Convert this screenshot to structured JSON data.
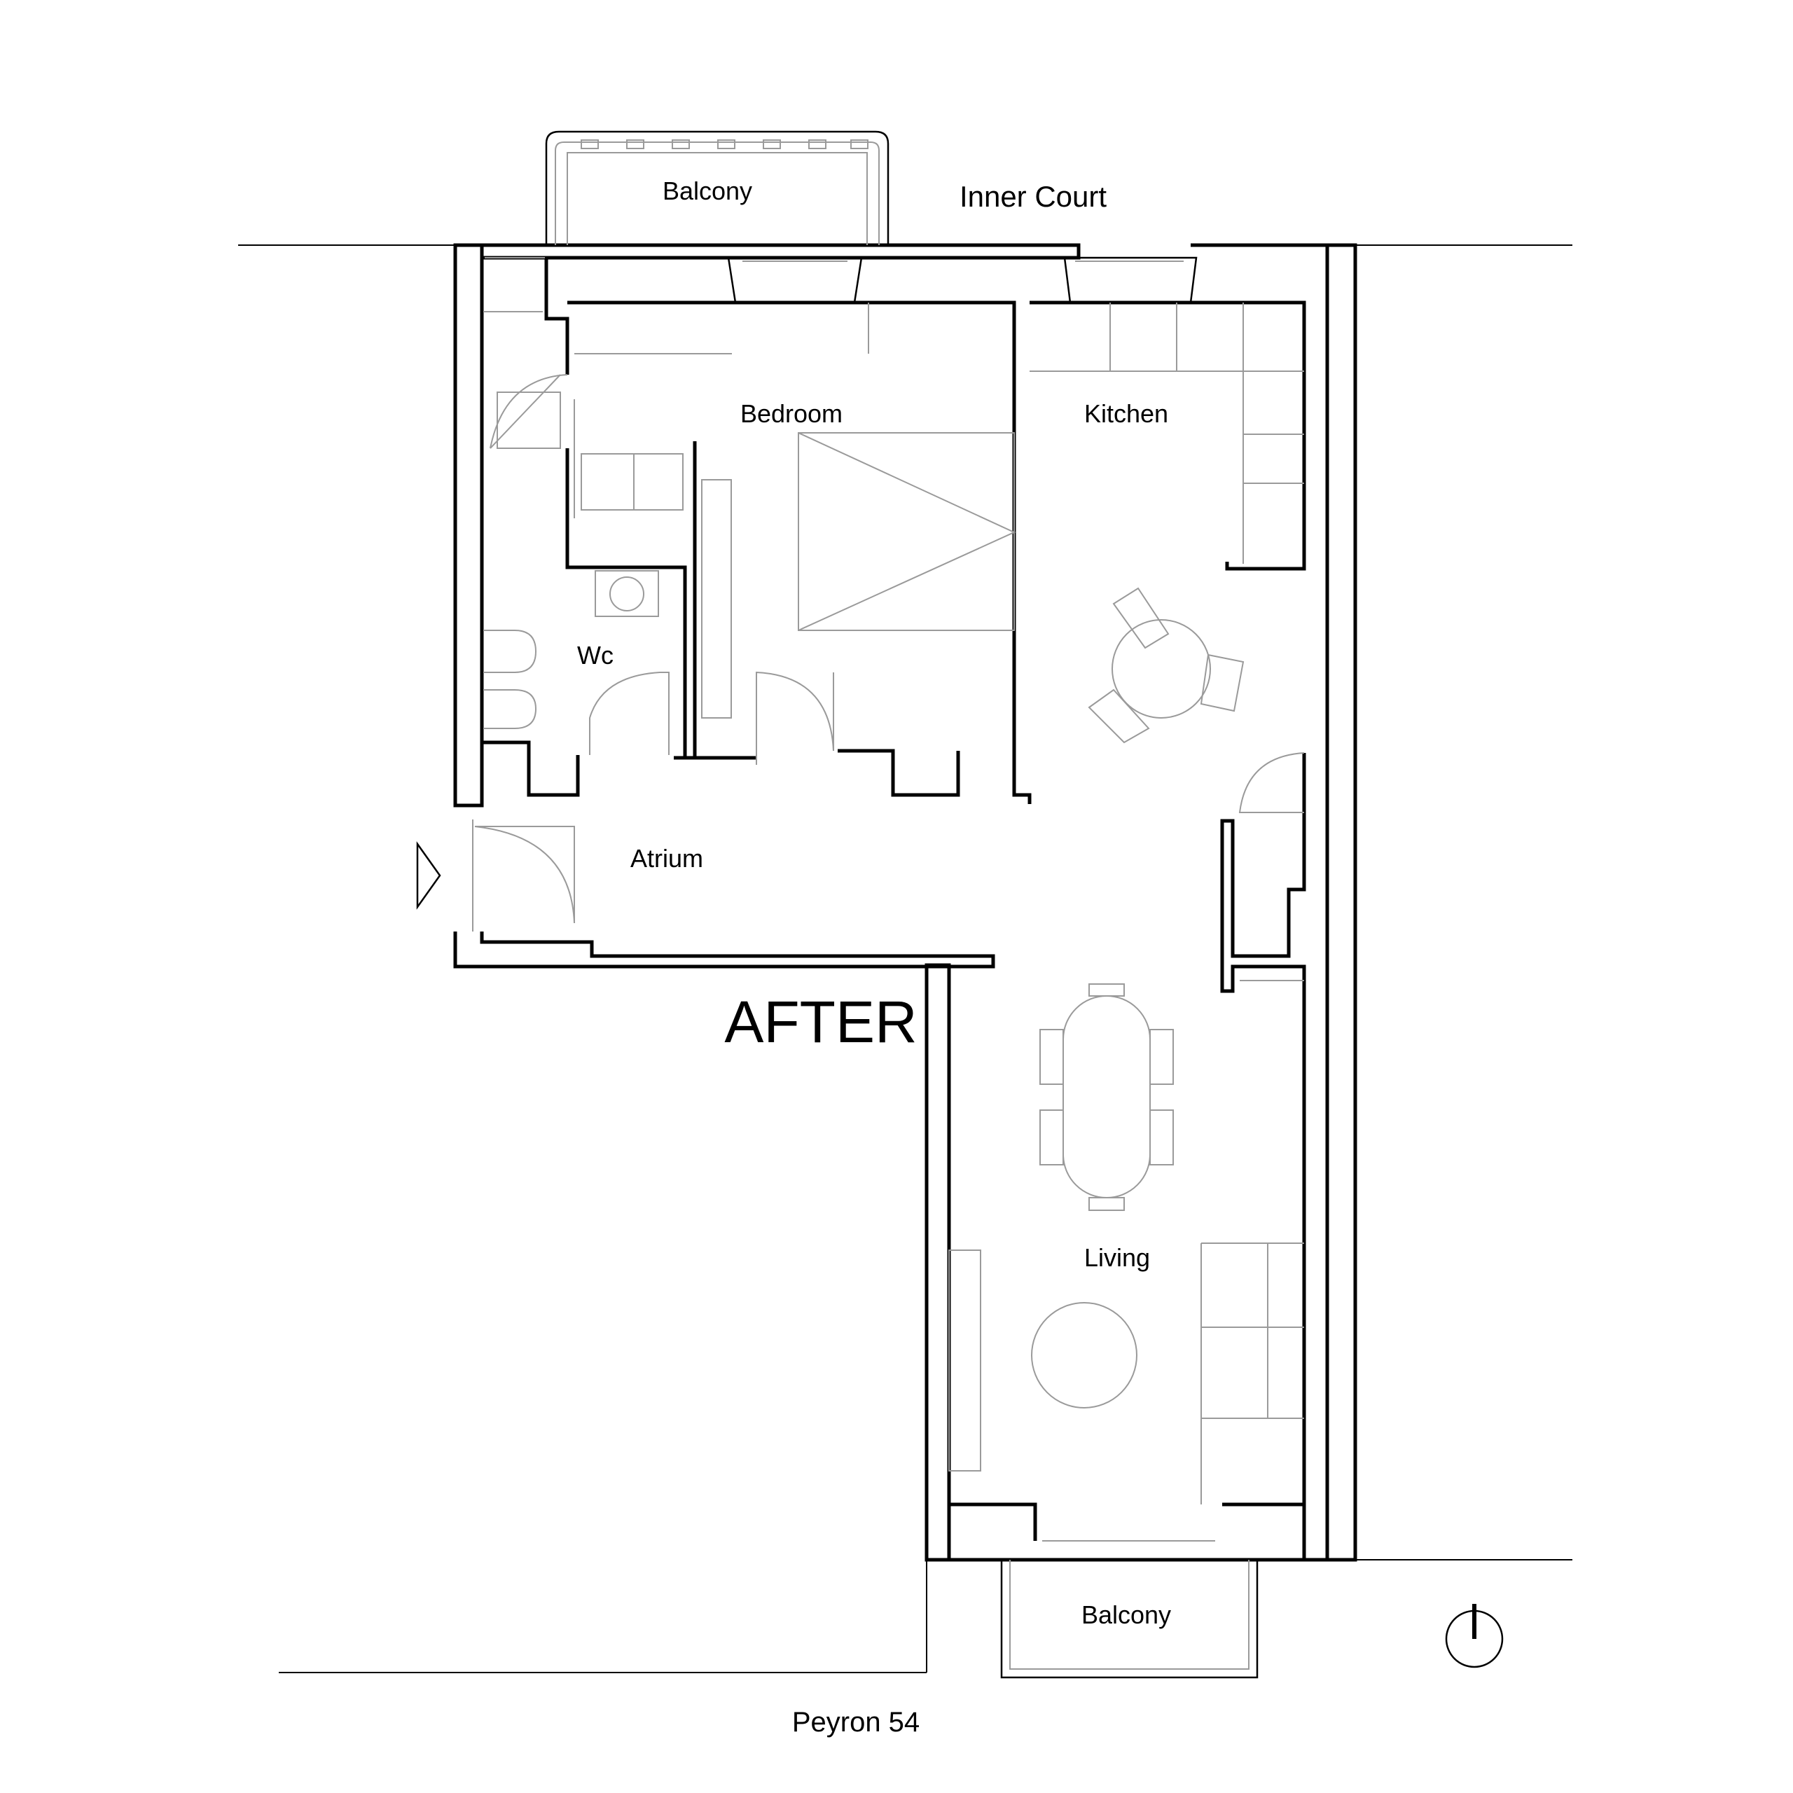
{
  "plan": {
    "title": "AFTER",
    "context": {
      "inner_court": "Inner Court",
      "street": "Peyron 54"
    },
    "rooms": {
      "balcony_top": "Balcony",
      "bedroom": "Bedroom",
      "kitchen": "Kitchen",
      "wc": "Wc",
      "atrium": "Atrium",
      "living": "Living",
      "balcony_bottom": "Balcony"
    },
    "icons": {
      "entrance": "entrance-arrow-icon",
      "north": "north-arrow-icon"
    }
  }
}
